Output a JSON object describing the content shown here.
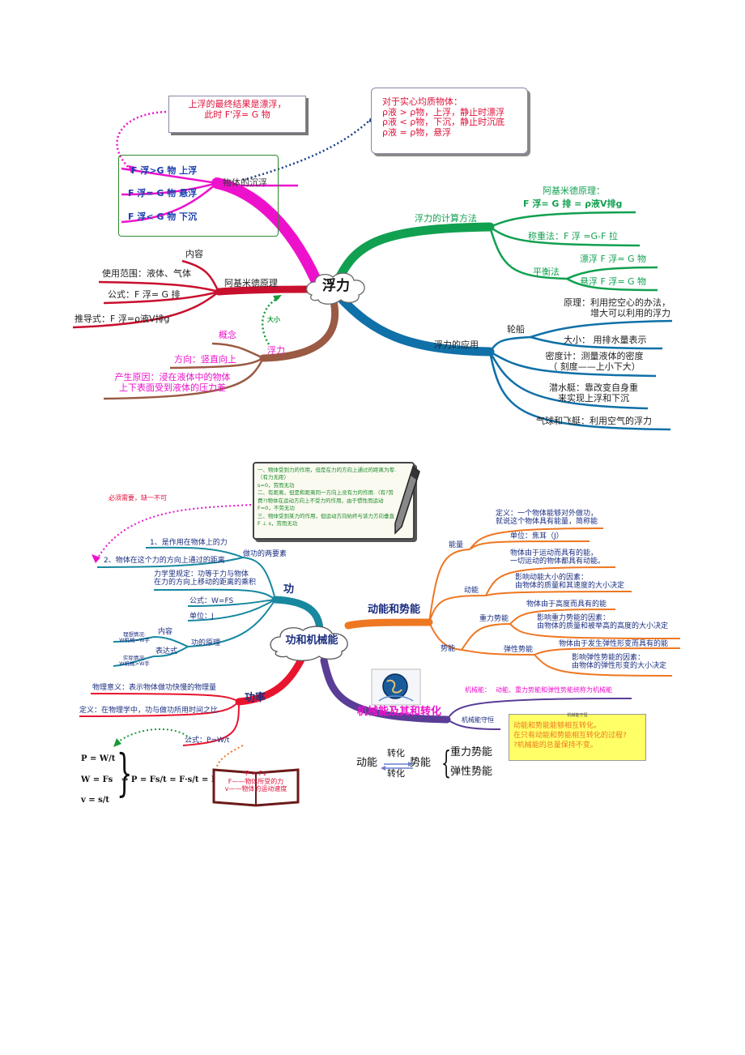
{
  "colors": {
    "magenta": "#ee11cc",
    "green": "#11a050",
    "crimson": "#c8102e",
    "brown": "#9a5a43",
    "blue": "#1070a8",
    "darkblue": "#1a3f8f",
    "orange": "#ee7722",
    "teal": "#1788a0",
    "purple": "#5a3d96",
    "pink": "#e8247a"
  },
  "buoyancy": {
    "center": "浮力",
    "note_top": "上浮的最终结果是漂浮，\n此时 F'浮= G 物",
    "note_right": "对于实心均质物体：\nρ液 > ρ物，上浮，静止时漂浮\nρ液 < ρ物，下沉，静止时沉底\nρ液 = ρ物，悬浮",
    "sink_float": {
      "label": "物体的沉浮",
      "items": [
        "F 浮>G 物   上浮",
        "F 浮= G 物   悬浮",
        "F 浮< G 物   下沉"
      ]
    },
    "archimedes": {
      "label": "阿基米德原理",
      "items": [
        "内容",
        "使用范围：液体、气体",
        "公式：F 浮= G 排",
        "推导式：F 浮=ρ液V排g"
      ]
    },
    "force": {
      "label": "浮力",
      "arrow_label": "大小",
      "items": [
        "概念",
        "方向：竖直向上",
        "产生原因：浸在液体中的物体\n上下表面受到液体的压力差"
      ]
    },
    "calc": {
      "label": "浮力的计算方法",
      "archimedes_title": "阿基米德原理：",
      "archimedes_formula": "F 浮= G 排 = ρ液V排g",
      "weigh": "称重法：F 浮 =G-F 拉",
      "balance": "平衡法",
      "float": "漂浮   F 浮= G 物",
      "suspend": "悬浮   F 浮= G 物"
    },
    "apply": {
      "label": "浮力的应用",
      "ship": "轮船",
      "ship_principle": "原理：利用挖空心的办法，\n增大可以利用的浮力",
      "ship_size": "大小：  用排水量表示",
      "densimeter": "密度计：测量液体的密度\n（ 刻度——上小下大）",
      "submarine": "潜水艇：靠改变自身重\n来实现上浮和下沉",
      "balloon": "气球和飞艇：利用空气的浮力"
    }
  },
  "work": {
    "center": "功和机械能",
    "note_pink": "必须需要，缺一不可",
    "scroll": "一、物体受到力的作用，但是在力的方向上通过的距离为零.（有力无距）\n          s=0，劳而无功\n二、有距离，但是和距离同一方向上没有力的作用.（有?劳费?)物体在运动方向上不受力的作用，由于惯性而运动\n                F=0，不劳无功\n三、物体受到某力的作用，但运动方向始终与该力方向垂直\n            F ⊥ s，劳而无功",
    "gong": {
      "label": "功",
      "two_factors": "做功的两要素",
      "f1": "1、是作用在物体上的力",
      "f2": "2、物体在这个力的方向上通过的距离",
      "def": "力学里规定：功等于力与物体\n在力的方向上移动的距离的乘积",
      "formula": "公式：W=FS",
      "unit": "单位：J",
      "principle": "功的原理",
      "content": "内容",
      "expr": "表达式",
      "ideal": "理想情况:\nW机械=W手",
      "real": "实际情况:\nW机械>W手"
    },
    "power": {
      "label": "功率",
      "meaning": "物理意义：表示物体做功快慢的物理量",
      "def": "定义：在物理学中，功与做功所用时间之比",
      "formula": "公式：P=W/t",
      "book": "P = Fv\nF——物体所受的力\nv——物体的运动速度",
      "math_left": [
        "P = W/t",
        "W = Fs",
        "v = s/t"
      ],
      "math_right": "⇒ P = Fs/t = F·s/t = Fv"
    },
    "energy": {
      "label": "动能和势能",
      "energy": "能量",
      "energy_def": "定义：一个物体能够对外做功，\n就说这个物体具有能量，简称能",
      "energy_unit": "单位：焦耳（J）",
      "kinetic": "动能",
      "kin_def": "物体由于运动而具有的能，\n一切运动的物体都具有动能。",
      "kin_factor": "影响动能大小的因素：\n由物体的质量和其速度的大小决定",
      "potential": "势能",
      "gravity": "重力势能",
      "grav_def": "物体由于高度而具有的能",
      "grav_factor": "影响重力势能的因素：\n由物体的质量和被举高的高度的大小决定",
      "elastic": "弹性势能",
      "elas_def": "物体由于发生弹性形变而具有的能",
      "elas_factor": "影响弹性势能的因素：\n由物体的弹性形变的大小决定"
    },
    "mech": {
      "label": "机械能及其和转化",
      "def_label": "机械能：",
      "def": "动能、重力势能和弹性势能统称为机械能",
      "conserve": "机械能守恒",
      "yellow_title": "机械能守恒",
      "yellow_text": "动能和势能能够相互转化。\n在只有动能和势能相互转化的过程?\n?机械能的总量保持不变。",
      "conv_left": "动能",
      "conv_top": "转化",
      "conv_bottom": "转化",
      "conv_mid": "势能",
      "conv_r1": "重力势能",
      "conv_r2": "弹性势能"
    }
  }
}
